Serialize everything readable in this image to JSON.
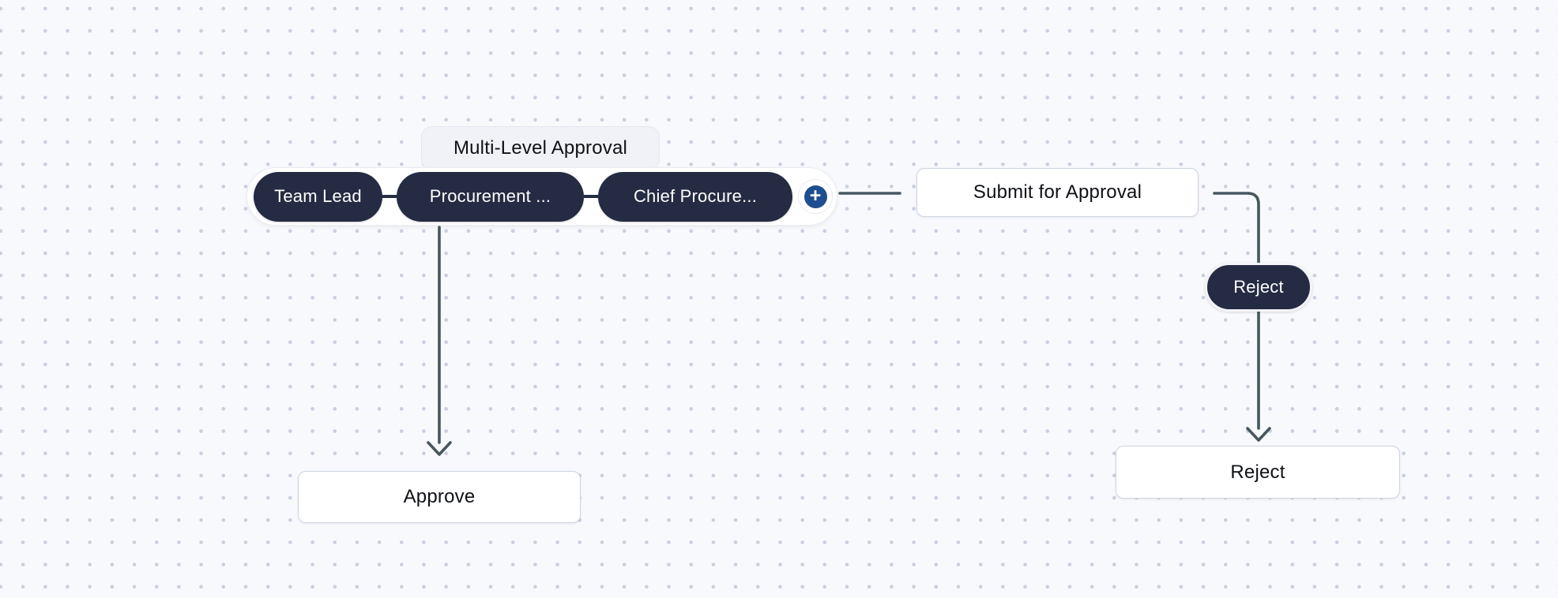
{
  "flow": {
    "group": {
      "title": "Multi-Level Approval",
      "approvers": [
        {
          "label": "Team Lead"
        },
        {
          "label": "Procurement ..."
        },
        {
          "label": "Chief Procure..."
        }
      ],
      "add_button_glyph": "+"
    },
    "nodes": {
      "submit": {
        "label": "Submit for Approval"
      },
      "approve": {
        "label": "Approve"
      },
      "reject": {
        "label": "Reject"
      }
    },
    "edge_labels": {
      "reject": "Reject"
    },
    "colors": {
      "canvas_bg": "#F8F9FC",
      "dot": "#C9CFE0",
      "pill_bg": "#252B42",
      "pill_text": "#FFFFFF",
      "edge": "#47565F",
      "add_button_bg": "#1E4E8F",
      "node_bg": "#FFFFFF",
      "node_border": "#CDD5E1",
      "group_title_bg": "#F0F2F7"
    }
  }
}
